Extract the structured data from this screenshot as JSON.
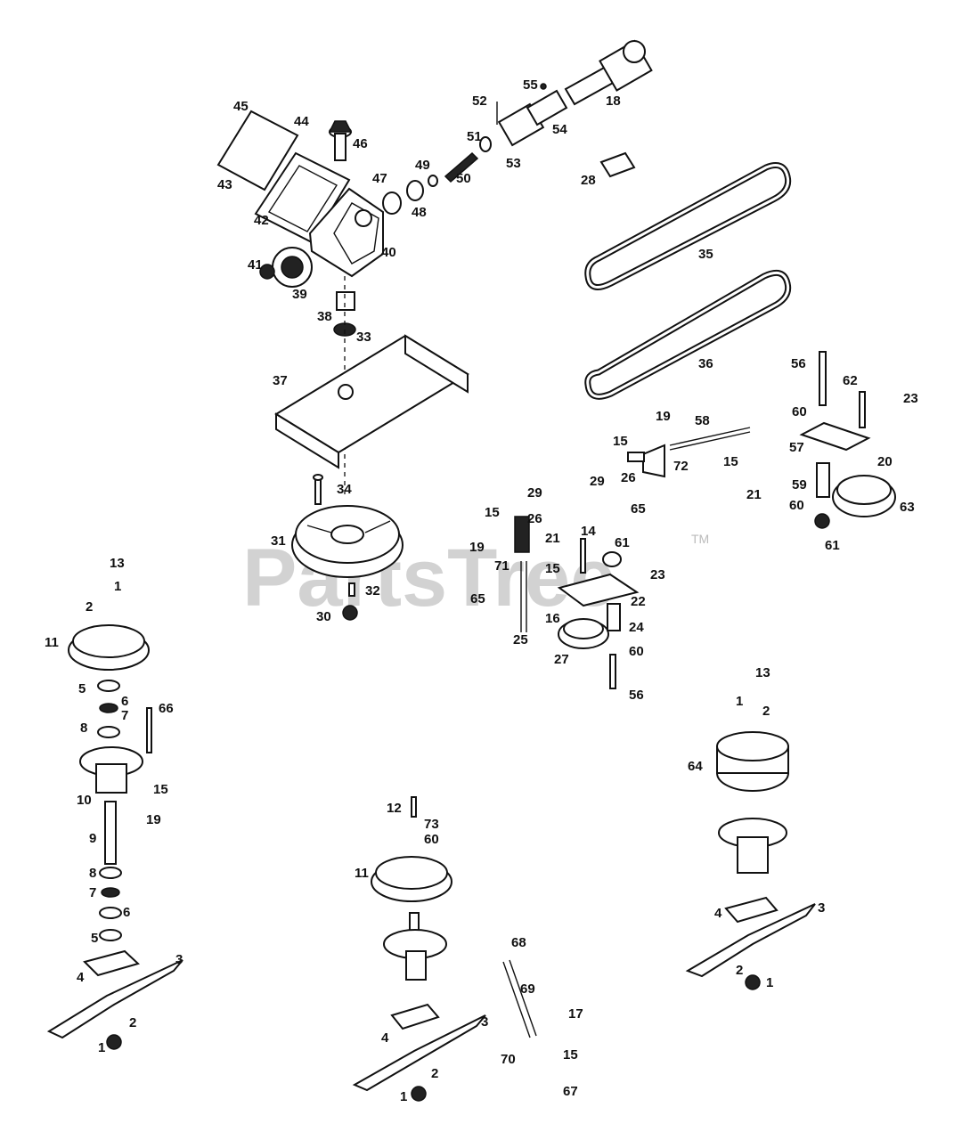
{
  "watermark": {
    "text": "PartsTree",
    "trademark": "TM"
  },
  "labels": {
    "p1a": "1",
    "p1b": "1",
    "p1c": "1",
    "p1d": "1",
    "p1e": "1",
    "p2a": "2",
    "p2b": "2",
    "p2c": "2",
    "p2d": "2",
    "p2e": "2",
    "p3a": "3",
    "p3b": "3",
    "p3c": "3",
    "p4a": "4",
    "p4b": "4",
    "p4c": "4",
    "p5a": "5",
    "p5b": "5",
    "p6a": "6",
    "p6b": "6",
    "p7a": "7",
    "p7b": "7",
    "p8a": "8",
    "p8b": "8",
    "p9": "9",
    "p10": "10",
    "p11a": "11",
    "p11b": "11",
    "p12": "12",
    "p13a": "13",
    "p13b": "13",
    "p14": "14",
    "p15a": "15",
    "p15b": "15",
    "p15c": "15",
    "p15d": "15",
    "p15e": "15",
    "p15f": "15",
    "p16": "16",
    "p17": "17",
    "p18": "18",
    "p19a": "19",
    "p19b": "19",
    "p19c": "19",
    "p20": "20",
    "p21a": "21",
    "p21b": "21",
    "p22": "22",
    "p23a": "23",
    "p23b": "23",
    "p24": "24",
    "p25": "25",
    "p26a": "26",
    "p26b": "26",
    "p27": "27",
    "p28": "28",
    "p29a": "29",
    "p29b": "29",
    "p30": "30",
    "p31": "31",
    "p32": "32",
    "p33": "33",
    "p34": "34",
    "p35": "35",
    "p36": "36",
    "p37": "37",
    "p38": "38",
    "p39": "39",
    "p40": "40",
    "p41": "41",
    "p42": "42",
    "p43": "43",
    "p44": "44",
    "p45": "45",
    "p46": "46",
    "p47": "47",
    "p48": "48",
    "p49": "49",
    "p50": "50",
    "p51": "51",
    "p52": "52",
    "p53": "53",
    "p54": "54",
    "p55": "55",
    "p56a": "56",
    "p56b": "56",
    "p57": "57",
    "p58": "58",
    "p59": "59",
    "p60a": "60",
    "p60b": "60",
    "p60c": "60",
    "p60d": "60",
    "p61a": "61",
    "p61b": "61",
    "p62": "62",
    "p63": "63",
    "p64": "64",
    "p65a": "65",
    "p65b": "65",
    "p66": "66",
    "p67": "67",
    "p68": "68",
    "p69": "69",
    "p70": "70",
    "p71": "71",
    "p72": "72",
    "p73": "73"
  }
}
